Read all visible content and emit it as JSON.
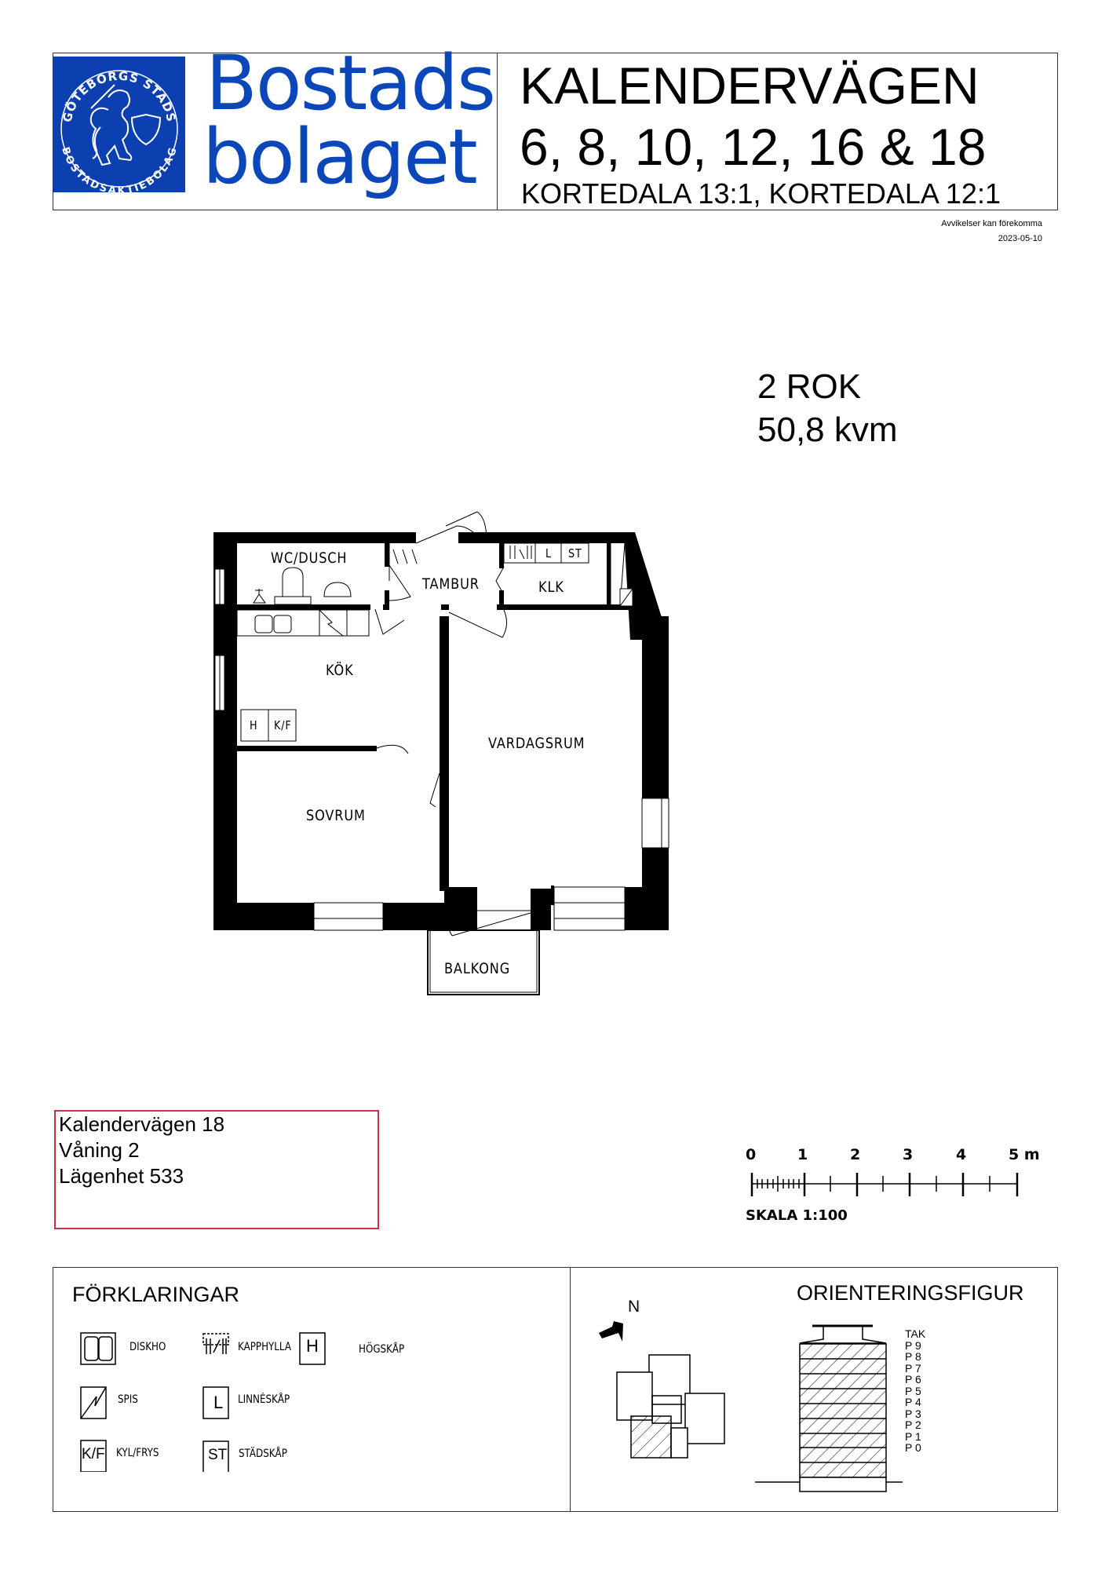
{
  "header": {
    "logo": {
      "seal_top_text": "GÖTEBORGS STADS",
      "seal_bottom_text": "BOSTADSAKTIEBOLAG",
      "word_line1": "Bostads",
      "word_line2": "bolaget",
      "brand_color": "#0b47b8"
    },
    "title_line1": "KALENDERVÄGEN",
    "title_line2": "6, 8, 10, 12, 16 & 18",
    "title_line3": "KORTEDALA 13:1, KORTEDALA 12:1",
    "disclaimer": "Avvikelser kan förekomma",
    "date": "2023-05-10"
  },
  "apartment": {
    "type": "2 ROK",
    "area": "50,8 kvm"
  },
  "floorplan": {
    "rooms": {
      "wc": "WC/DUSCH",
      "tambur": "TAMBUR",
      "klk": "KLK",
      "kok": "KÖK",
      "vardagsrum": "VARDAGSRUM",
      "sovrum": "SOVRUM",
      "balkong": "BALKONG"
    },
    "fixtures": {
      "h": "H",
      "kf": "K/F",
      "l": "L",
      "st": "ST"
    }
  },
  "address": {
    "street": "Kalendervägen 18",
    "floor": "Våning 2",
    "unit": "Lägenhet 533",
    "border_color": "#d0304a"
  },
  "scale": {
    "ticks": [
      "0",
      "1",
      "2",
      "3",
      "4",
      "5 m"
    ],
    "label": "SKALA 1:100"
  },
  "legend": {
    "title": "FÖRKLARINGAR",
    "items": [
      {
        "symbol": "diskho-symbol",
        "label": "DISKHO"
      },
      {
        "symbol": "kapphylla-symbol",
        "label": "KAPPHYLLA"
      },
      {
        "symbol": "H",
        "label": "HÖGSKÅP"
      },
      {
        "symbol": "spis-symbol",
        "label": "SPIS"
      },
      {
        "symbol": "L",
        "label": "LINNÉSKÅP"
      },
      {
        "symbol": "K/F",
        "label": "KYL/FRYS"
      },
      {
        "symbol": "ST",
        "label": "STÄDSKÅP"
      }
    ]
  },
  "orientation": {
    "title": "ORIENTERINGSFIGUR",
    "north": "N",
    "floors": [
      "TAK",
      "P 9",
      "P 8",
      "P 7",
      "P 6",
      "P 5",
      "P 4",
      "P 3",
      "P 2",
      "P 1",
      "P 0"
    ]
  }
}
